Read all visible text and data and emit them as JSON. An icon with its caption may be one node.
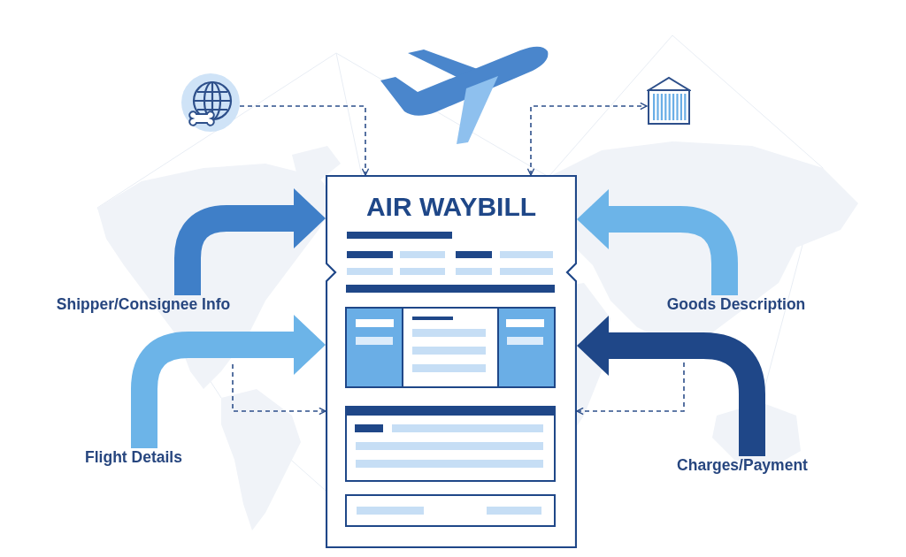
{
  "diagram": {
    "nodes": [
      {
        "text": [],
        "shape": "picture"
      },
      {
        "text": [],
        "shape": "picture"
      },
      {
        "text": [
          "AIR WAYBILL"
        ]
      },
      {
        "text": [
          "Shipper/Consignee Info"
        ]
      },
      {
        "text": [
          "Goods Description"
        ]
      },
      {
        "text": [
          "Flight Details"
        ]
      },
      {
        "text": [
          "Charges/Payment"
        ]
      }
    ],
    "edges": [
      {
        "from": 0,
        "to": 2,
        "arrow": "to",
        "style": "dashed"
      },
      {
        "from": 2,
        "to": 1,
        "arrow": "both",
        "style": "dashed"
      },
      {
        "from": 3,
        "to": 2,
        "arrow": "to",
        "style": "thick",
        "color": "#3f7fc8"
      },
      {
        "from": 4,
        "to": 2,
        "arrow": "to",
        "style": "thick",
        "color": "#6cb4e8"
      },
      {
        "from": 5,
        "to": 2,
        "arrow": "to",
        "style": "thick",
        "color": "#6cb4e8"
      },
      {
        "from": 6,
        "to": 2,
        "arrow": "to",
        "style": "thick",
        "color": "#1f4788"
      },
      {
        "from": null,
        "to": 2,
        "arrow": "to",
        "style": "dashed"
      },
      {
        "from": null,
        "to": 2,
        "arrow": "to",
        "style": "dashed"
      }
    ]
  }
}
